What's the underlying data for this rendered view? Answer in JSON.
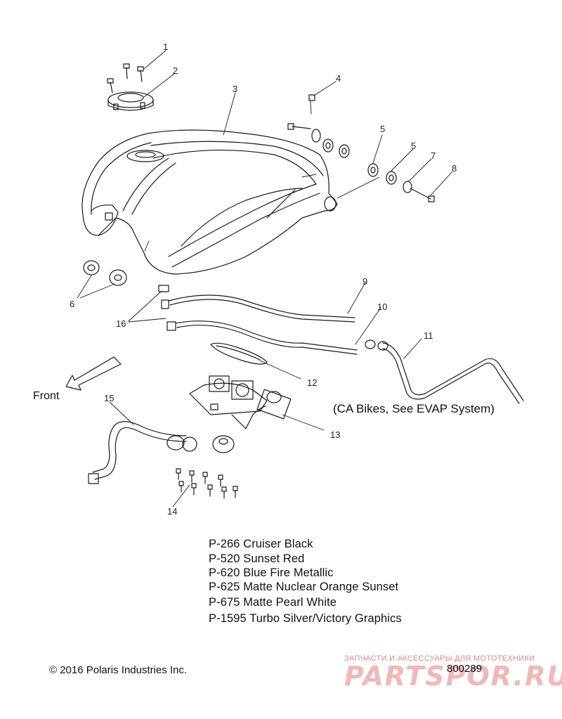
{
  "callouts": {
    "c1": "1",
    "c2": "2",
    "c3": "3",
    "c4": "4",
    "c5a": "5",
    "c5b": "5",
    "c6": "6",
    "c7": "7",
    "c8": "8",
    "c9": "9",
    "c10": "10",
    "c11": "11",
    "c12": "12",
    "c13": "13",
    "c14": "14",
    "c15": "15",
    "c16": "16"
  },
  "front_label": "Front",
  "ca_note": "(CA Bikes, See EVAP System)",
  "paint_codes": [
    "P-266  Cruiser Black",
    "P-520  Sunset Red",
    "P-620  Blue Fire Metallic",
    "P-625  Matte Nuclear Orange Sunset",
    "P-675  Matte Pearl White",
    "P-1595 Turbo Silver/Victory Graphics"
  ],
  "copyright": "© 2016 Polaris Industries Inc.",
  "watermark": {
    "tagline": "ЗАПЧАСТИ И АКСЕССУАРЫ ДЛЯ МОТОТЕХНИКИ",
    "logo": "PARTSPOR.RU"
  },
  "drawing_number": "800289",
  "colors": {
    "line": "#1a1a1a",
    "watermark": "#e79a9a"
  }
}
